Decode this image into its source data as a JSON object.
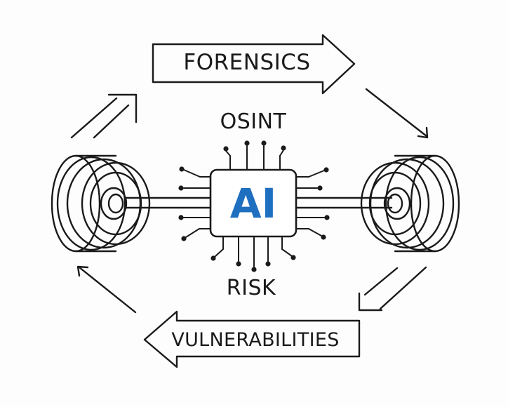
{
  "labels": {
    "top_arrow": "FORENSICS",
    "bottom_arrow": "VULNERABILITIES",
    "above_chip": "OSINT",
    "below_chip": "RISK",
    "chip": "AI"
  },
  "colors": {
    "stroke": "#1a1a1a",
    "background": "#fdfdfd",
    "ai_text": "#1f6fc0"
  },
  "icons": [
    "ai-chip-icon",
    "left-wheel-icon",
    "right-wheel-icon",
    "axle-icon"
  ]
}
